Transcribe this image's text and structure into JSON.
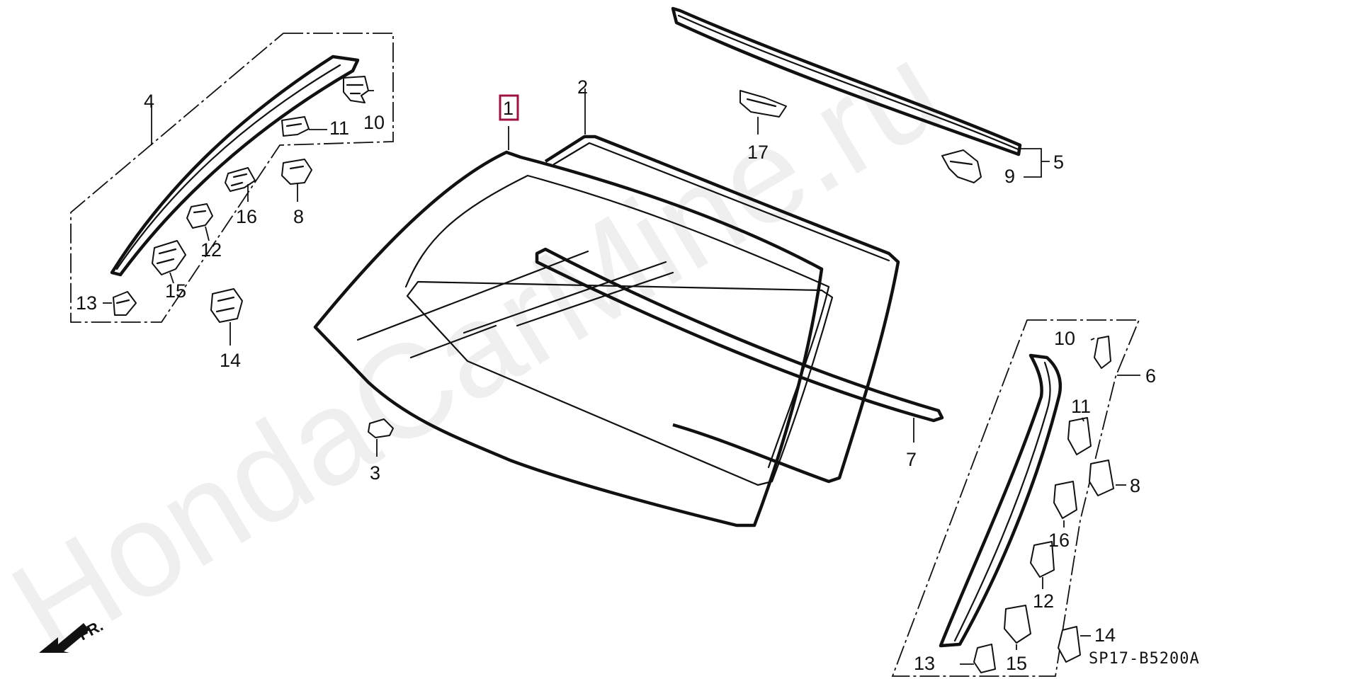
{
  "diagram": {
    "watermark": "HondaCarMine.ru",
    "direction_label": "FR.",
    "diagram_code": "SP17-B5200A",
    "highlighted_label": "1",
    "labels": {
      "p1": "1",
      "p2": "2",
      "p3": "3",
      "p4": "4",
      "p5": "5",
      "p6": "6",
      "p7": "7",
      "l_top_8": "8",
      "l_top_10": "10",
      "l_top_11": "11",
      "l_top_12": "12",
      "l_top_13": "13",
      "l_top_14": "14",
      "l_top_15": "15",
      "l_top_16": "16",
      "l_9": "9",
      "l_17": "17",
      "r_8": "8",
      "r_10": "10",
      "r_11": "11",
      "r_12": "12",
      "r_13": "13",
      "r_14": "14",
      "r_15": "15",
      "r_16": "16"
    }
  }
}
